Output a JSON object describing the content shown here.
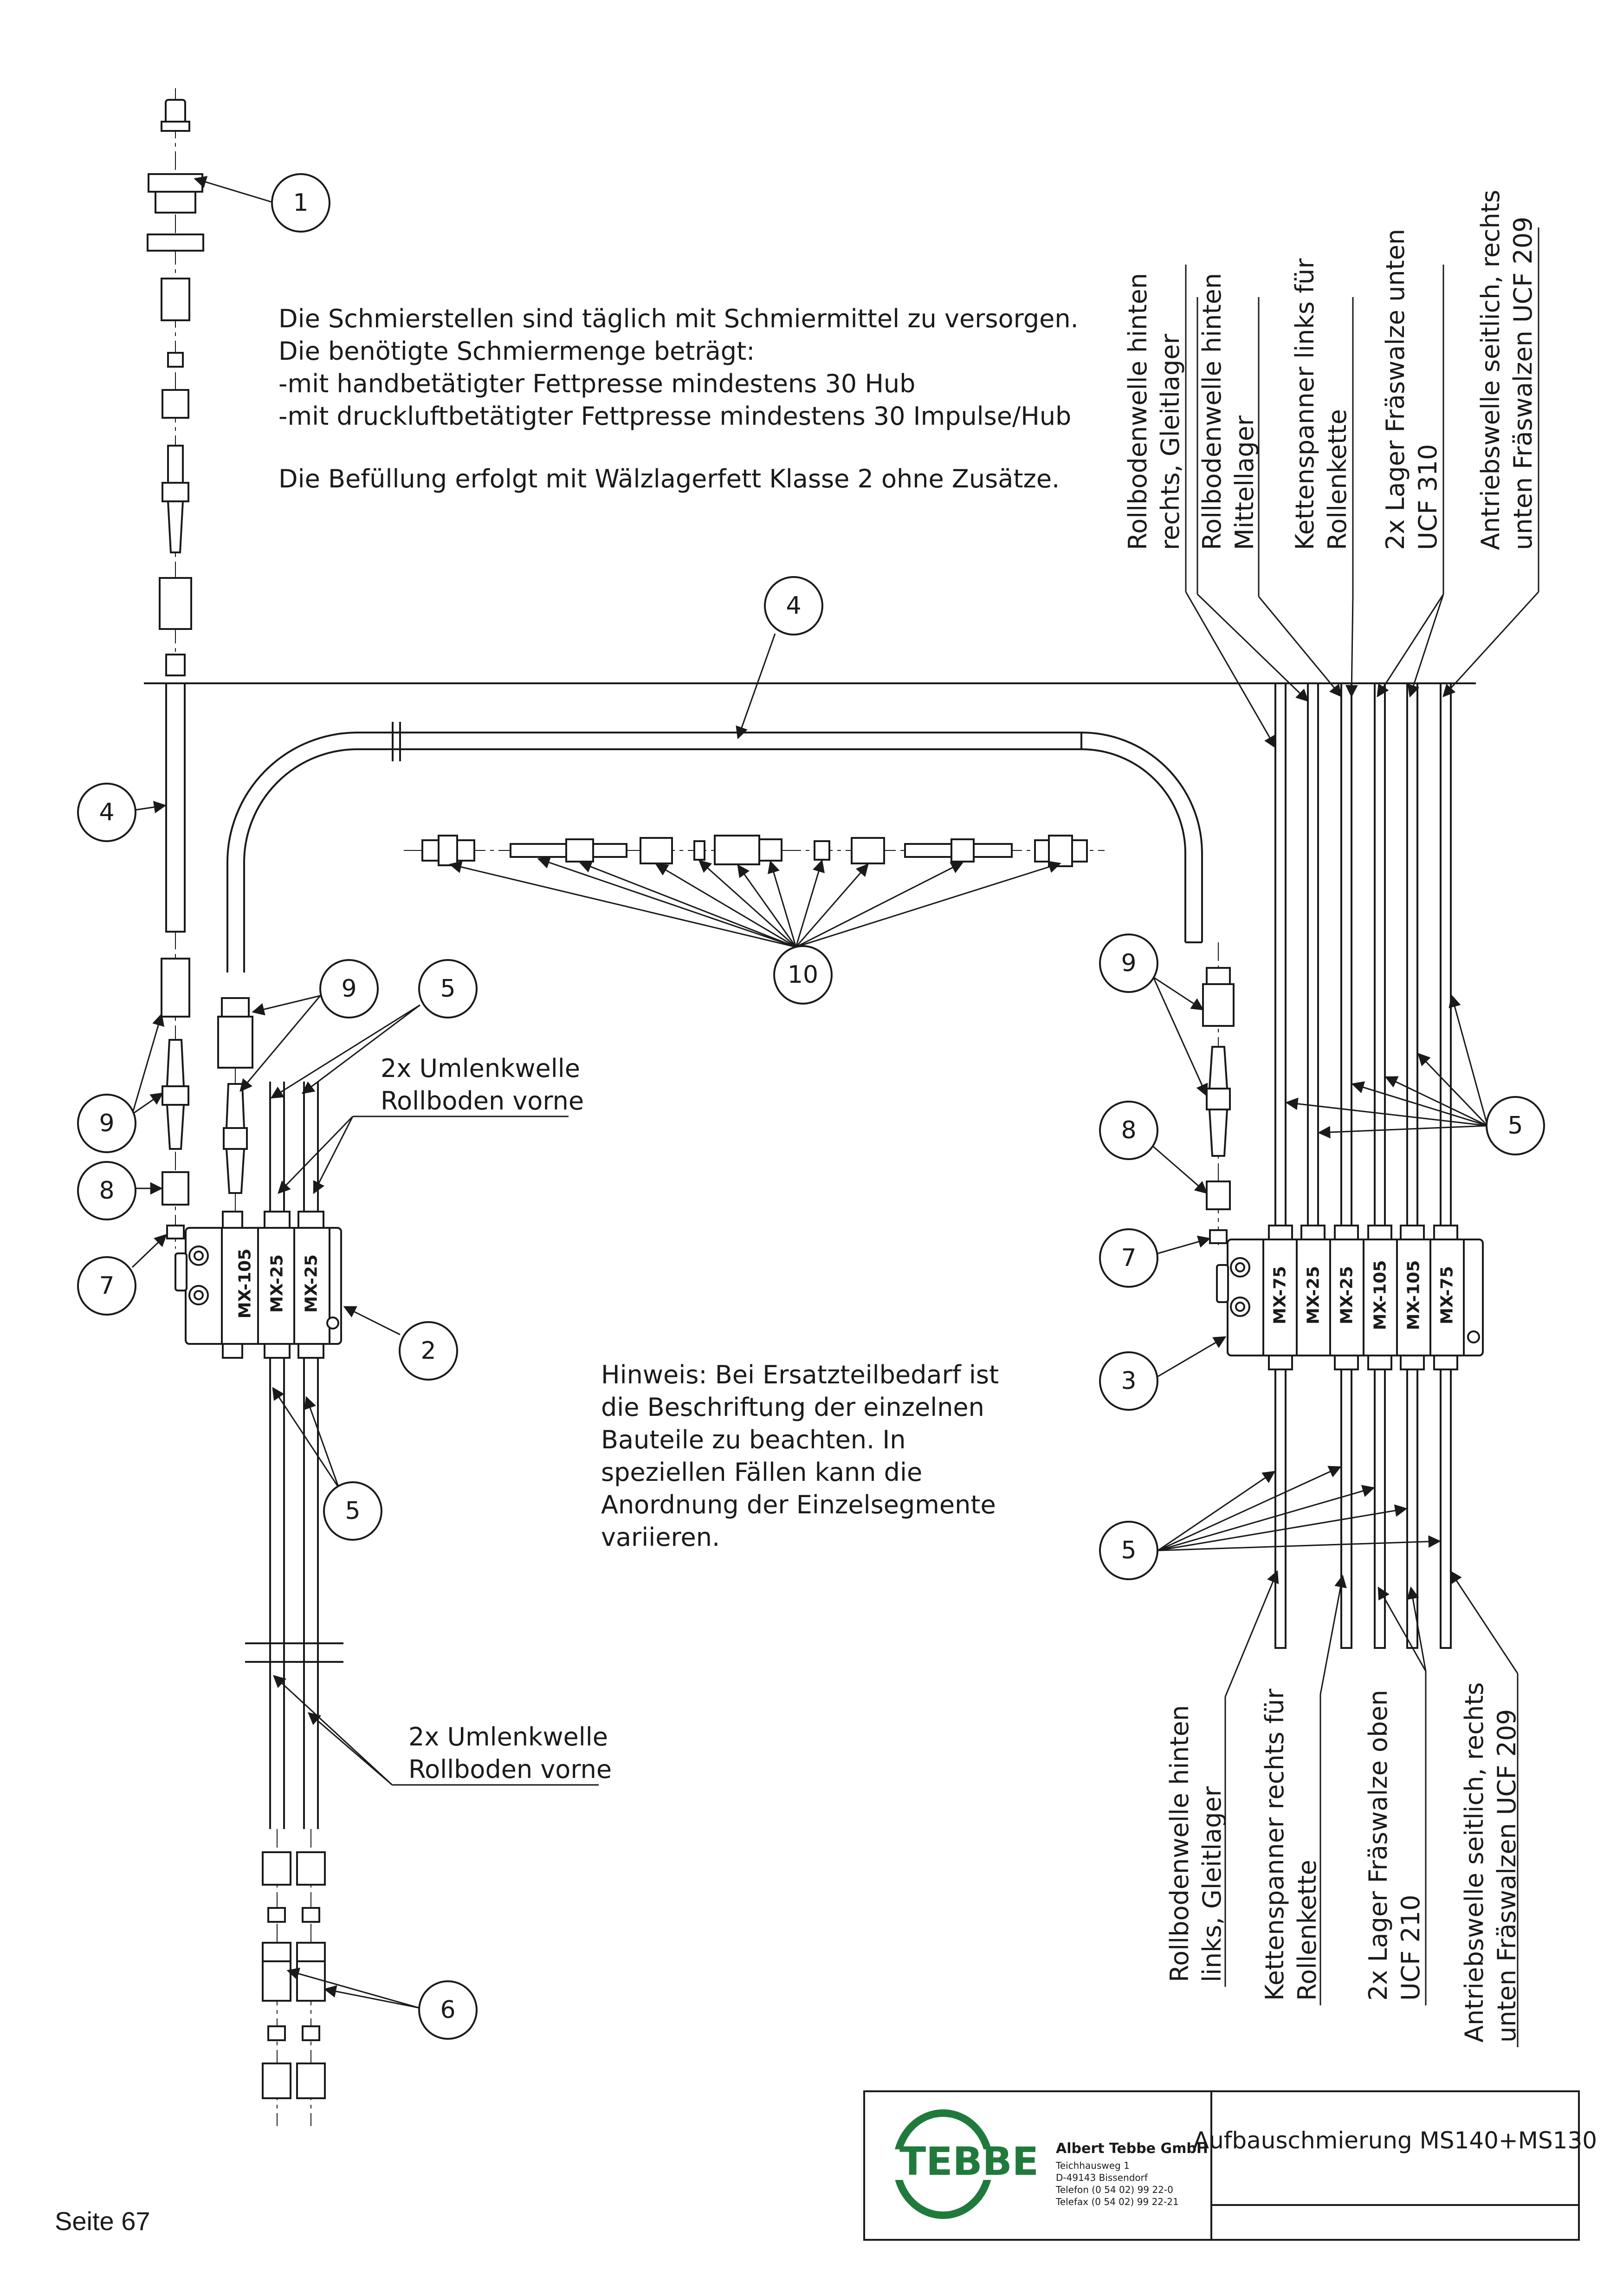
{
  "notes": {
    "line1": "Die Schmierstellen sind täglich mit Schmiermittel zu versorgen.",
    "line2": "Die benötigte Schmiermenge beträgt:",
    "line3": "-mit handbetätigter Fettpresse mindestens 30 Hub",
    "line4": "-mit druckluftbetätigter Fettpresse mindestens 30 Impulse/Hub",
    "line5": "Die Befüllung erfolgt mit Wälzlagerfett Klasse 2 ohne Zusätze."
  },
  "hint": {
    "line1": "Hinweis: Bei Ersatzteilbedarf ist",
    "line2": "die Beschriftung der einzelnen",
    "line3": "Bauteile zu beachten. In",
    "line4": "speziellen Fällen kann die",
    "line5": "Anordnung der Einzelsegmente",
    "line6": "variieren."
  },
  "labels_left": {
    "upper_line1": "2x Umlenkwelle",
    "upper_line2": "Rollboden vorne",
    "lower_line1": "2x Umlenkwelle",
    "lower_line2": "Rollboden vorne"
  },
  "labels_top_right": [
    {
      "line1": "Rollbodenwelle hinten",
      "line2": "rechts, Gleitlager"
    },
    {
      "line1": "Rollbodenwelle hinten",
      "line2": "Mittellager"
    },
    {
      "line1": "Kettenspanner links für",
      "line2": "Rollenkette"
    },
    {
      "line1": "2x Lager Fräswalze unten",
      "line2": "UCF 310"
    },
    {
      "line1": "Antriebswelle seitlich, rechts",
      "line2": "unten Fräswalzen UCF 209"
    }
  ],
  "labels_bottom_right": [
    {
      "line1": "Rollbodenwelle hinten",
      "line2": "links, Gleitlager"
    },
    {
      "line1": "Kettenspanner rechts für",
      "line2": "Rollenkette"
    },
    {
      "line1": "2x Lager Fräswalze oben",
      "line2": "UCF 210"
    },
    {
      "line1": "Antriebswelle seitlich, rechts",
      "line2": "unten Fräswalzen UCF 209"
    }
  ],
  "distributor_left": {
    "segments": [
      "MX-105",
      "MX-25",
      "MX-25"
    ]
  },
  "distributor_right": {
    "segments": [
      "MX-75",
      "MX-25",
      "MX-25",
      "MX-105",
      "MX-105",
      "MX-75"
    ]
  },
  "callouts": {
    "n1": "1",
    "n2": "2",
    "n3": "3",
    "n4a": "4",
    "n4b": "4",
    "n5a": "5",
    "n5b": "5",
    "n5c": "5",
    "n5d": "5",
    "n6": "6",
    "n7a": "7",
    "n7b": "7",
    "n8a": "8",
    "n8b": "8",
    "n9a": "9",
    "n9b": "9",
    "n9c": "9",
    "n10": "10"
  },
  "title_block": {
    "logo_text": "TEBBE",
    "company": "Albert Tebbe GmbH",
    "address1": "Teichhausweg 1",
    "address2": "D-49143 Bissendorf",
    "phone": "Telefon (0 54 02) 99 22-0",
    "fax": "Telefax (0 54 02) 99 22-21",
    "drawing_title": "Aufbauschmierung MS140+MS130"
  },
  "page": {
    "label": "Seite 67"
  },
  "colors": {
    "line": "#1a1a1a",
    "logo_green": "#1f7a3c"
  }
}
